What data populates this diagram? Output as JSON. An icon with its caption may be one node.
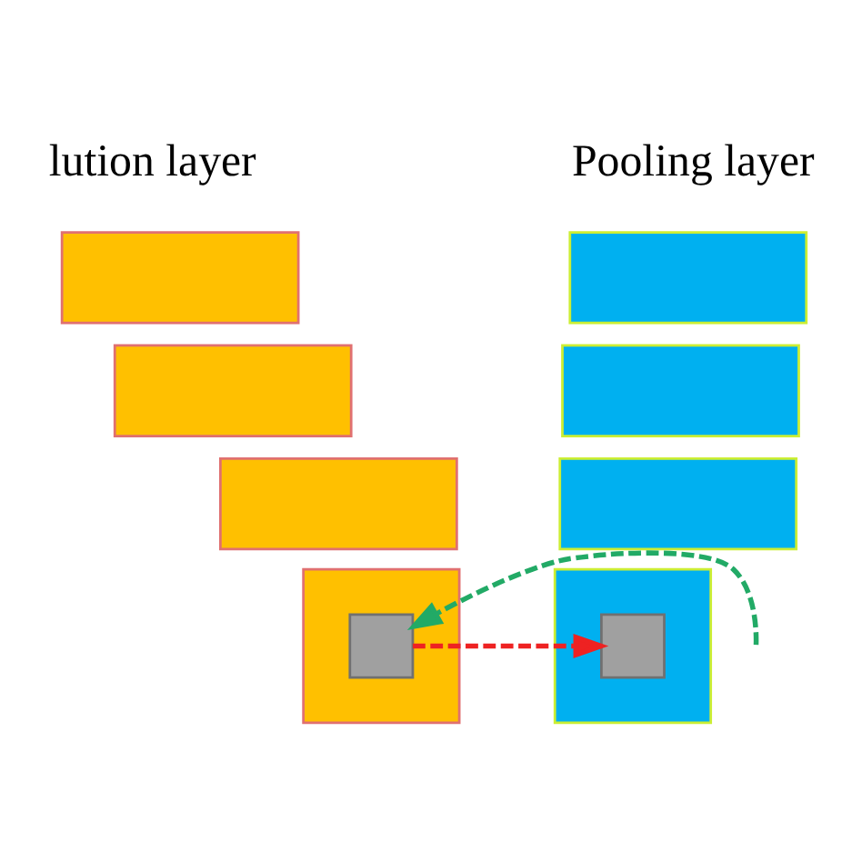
{
  "diagram": {
    "nodes": [
      {
        "text": [],
        "shape": "box"
      },
      {
        "text": [],
        "shape": "box"
      },
      {
        "text": [],
        "shape": "box"
      },
      {
        "text": [],
        "shape": "box"
      },
      {
        "text": [],
        "shape": "box",
        "in": 3
      },
      {
        "text": [],
        "shape": "box"
      },
      {
        "text": [],
        "shape": "box"
      },
      {
        "text": [],
        "shape": "box"
      },
      {
        "text": [],
        "shape": "box"
      },
      {
        "text": [],
        "shape": "box",
        "in": 8
      }
    ],
    "edges": [
      {
        "from": null,
        "to": 4,
        "arrow": "to",
        "style": "dashed",
        "color": "#22aa66"
      },
      {
        "from": 4,
        "to": 9,
        "arrow": "to",
        "style": "dashed",
        "color": "#ee2222"
      }
    ],
    "labels": [
      "lution layer",
      "Pooling layer"
    ]
  }
}
